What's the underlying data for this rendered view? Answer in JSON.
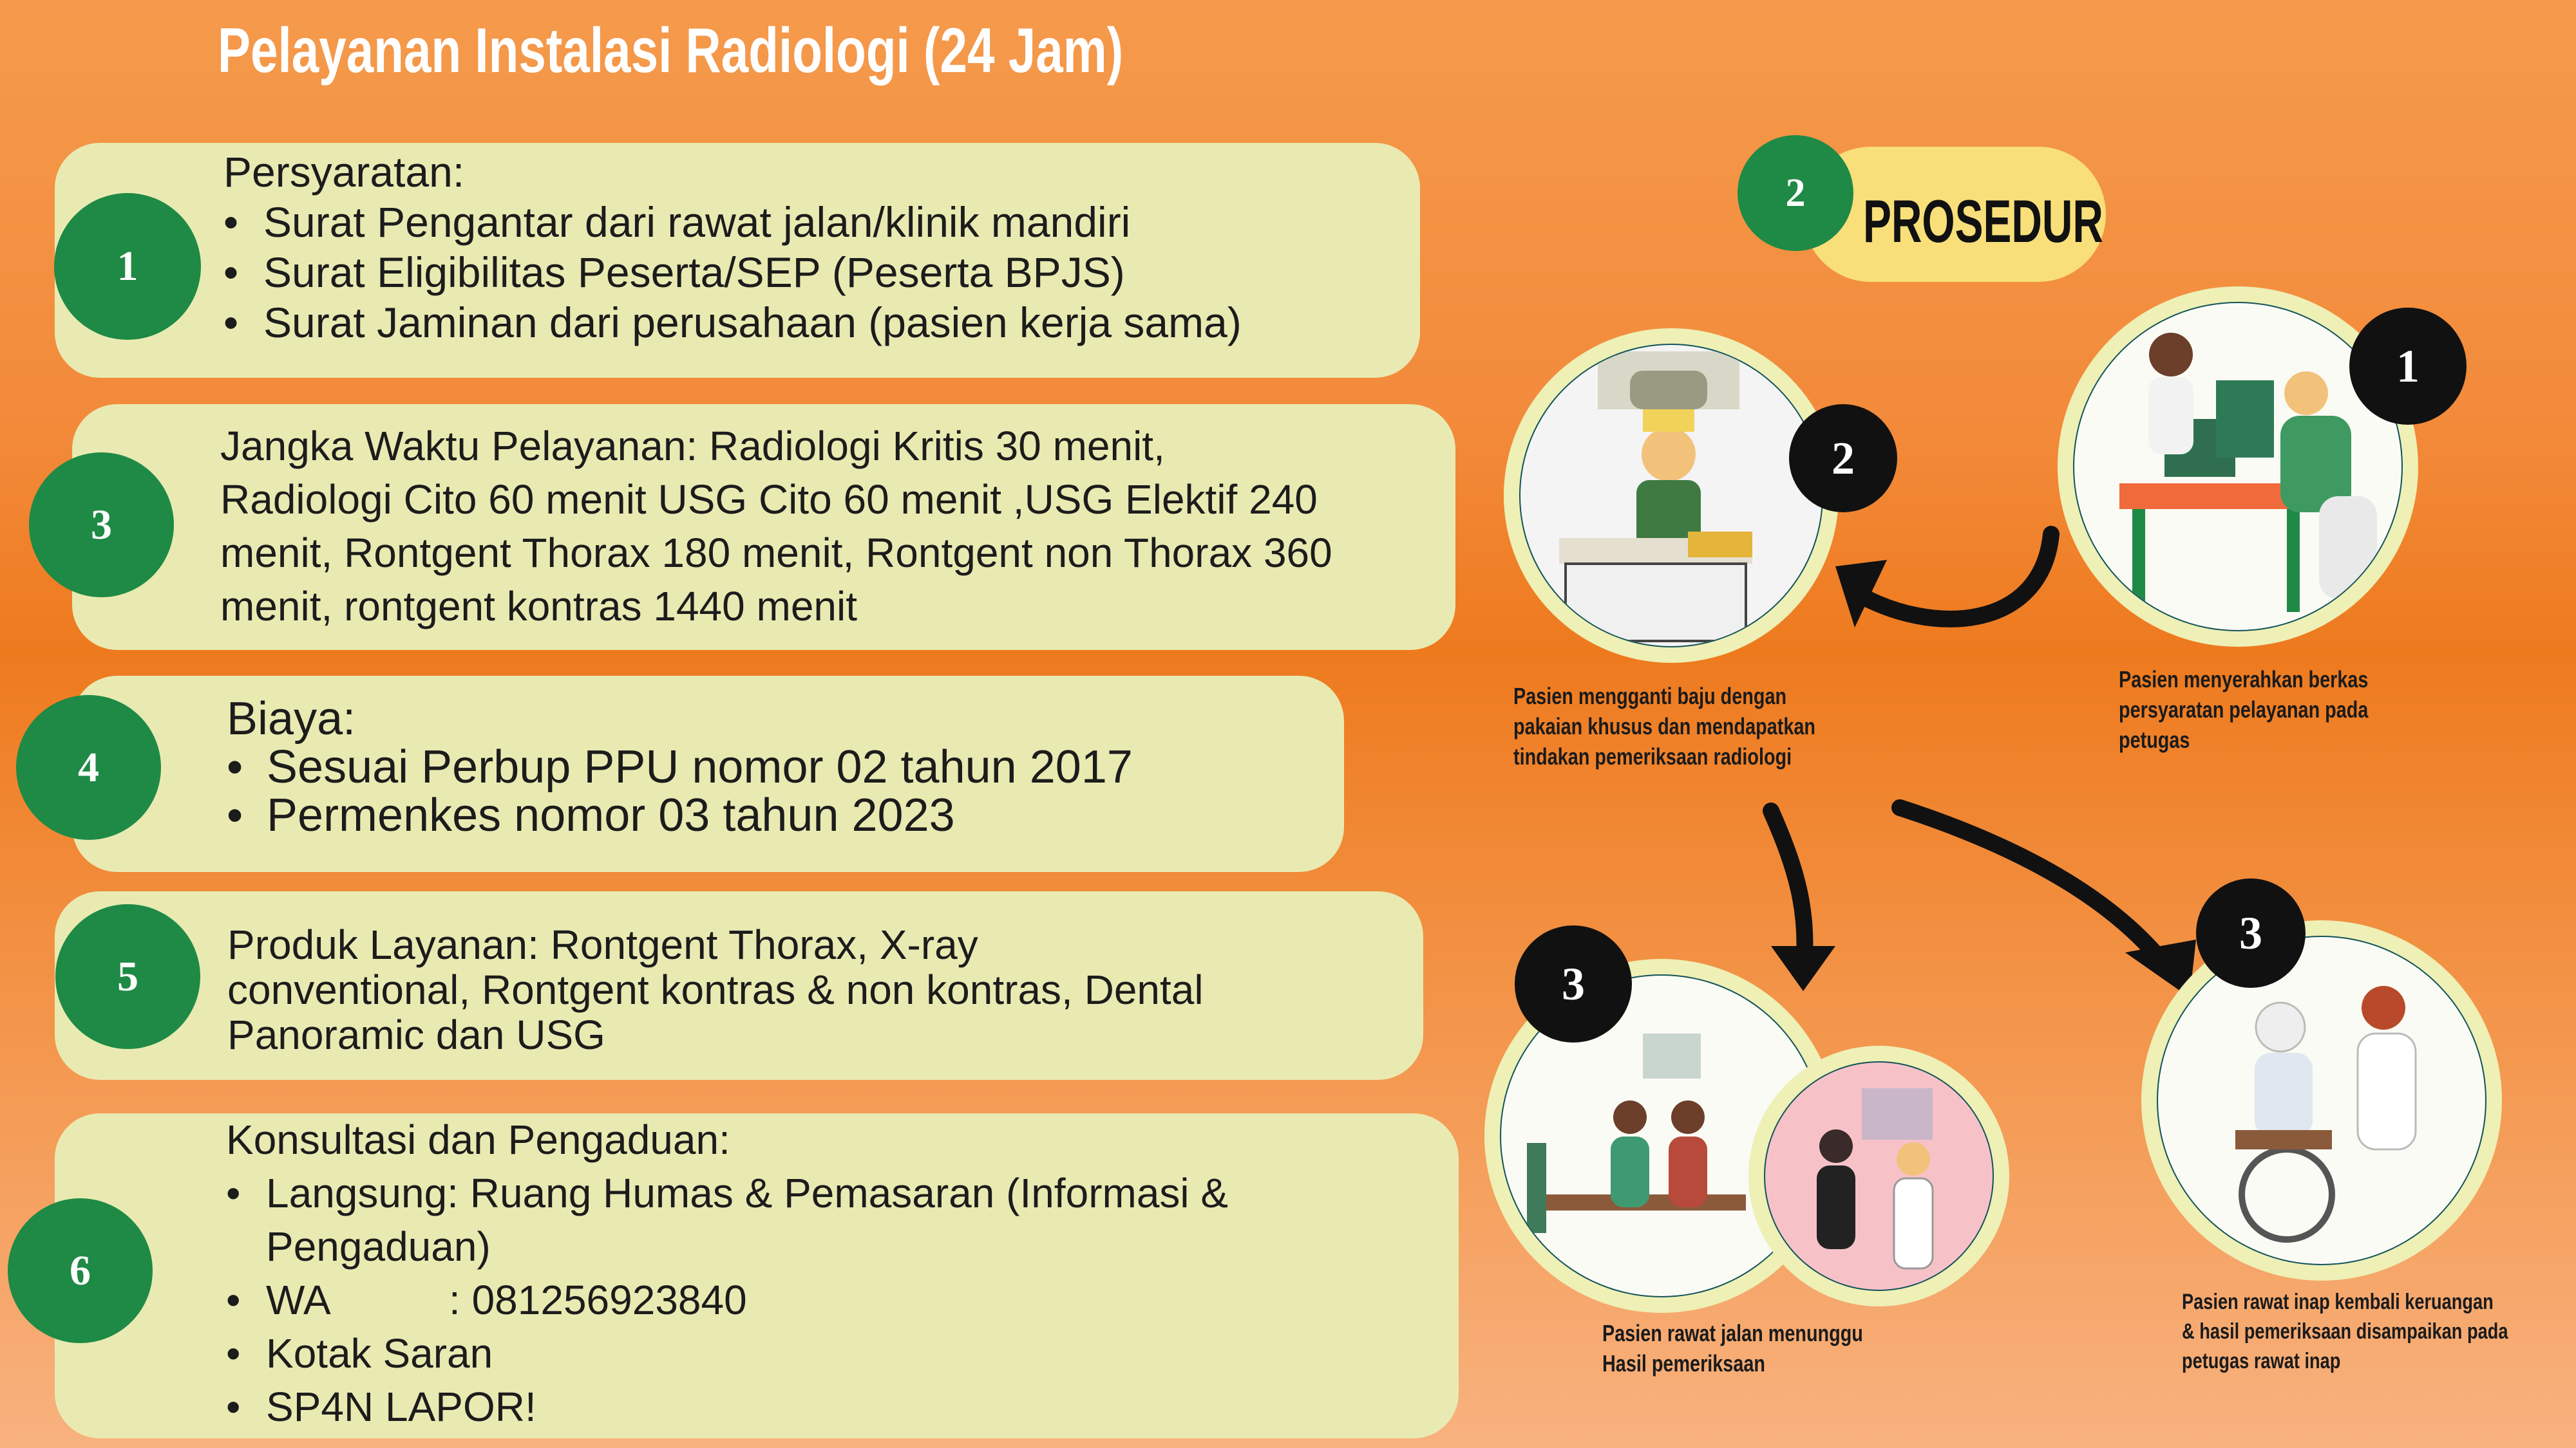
{
  "title": "Pelayanan Instalasi Radiologi (24 Jam)",
  "cards": {
    "persyaratan": {
      "number": "1",
      "heading": "Persyaratan:",
      "items": [
        "Surat Pengantar dari rawat jalan/klinik mandiri",
        "Surat Eligibilitas Peserta/SEP (Peserta BPJS)",
        "Surat Jaminan dari perusahaan (pasien kerja sama)"
      ]
    },
    "jangka_waktu": {
      "number": "3",
      "lines": [
        "Jangka  Waktu Pelayanan: Radiologi Kritis 30 menit,",
        "Radiologi Cito 60 menit USG Cito 60 menit ,USG Elektif  240",
        "menit,  Rontgent Thorax 180 menit, Rontgent non Thorax 360",
        "menit, rontgent kontras 1440 menit"
      ]
    },
    "biaya": {
      "number": "4",
      "heading": "Biaya:",
      "items": [
        "Sesuai Perbup PPU nomor 02 tahun 2017",
        "Permenkes nomor 03 tahun 2023"
      ]
    },
    "produk": {
      "number": "5",
      "lines": [
        "Produk Layanan: Rontgent Thorax, X-ray",
        "conventional, Rontgent kontras & non kontras, Dental",
        "Panoramic dan USG"
      ]
    },
    "konsultasi": {
      "number": "6",
      "heading": "Konsultasi dan Pengaduan:",
      "item1_line1": "Langsung: Ruang Humas & Pemasaran  (Informasi &",
      "item1_line2": "Pengaduan)",
      "wa_label": "WA",
      "wa_value": ": 081256923840",
      "item3": "Kotak Saran",
      "item4": "SP4N LAPOR!"
    }
  },
  "prosedur": {
    "number": "2",
    "label": "PROSEDUR",
    "steps": [
      {
        "number": "1",
        "caption_lines": [
          "Pasien menyerahkan berkas",
          "persyaratan pelayanan pada",
          "petugas"
        ]
      },
      {
        "number": "2",
        "caption_lines": [
          "Pasien mengganti baju dengan",
          "pakaian khusus dan mendapatkan",
          "tindakan pemeriksaan radiologi"
        ]
      },
      {
        "number": "3",
        "caption_lines": [
          "Pasien  rawat jalan menunggu",
          "Hasil pemeriksaan"
        ]
      },
      {
        "number": "3",
        "caption_lines": [
          "Pasien   rawat inap kembali keruangan",
          "& hasil pemeriksaan disampaikan pada",
          "petugas rawat inap"
        ]
      }
    ]
  },
  "colors": {
    "card_bg": "#e9eab2",
    "green_badge": "#1e8a45",
    "ring_teal": "#13535a",
    "pill_yellow": "#f8df7a"
  }
}
